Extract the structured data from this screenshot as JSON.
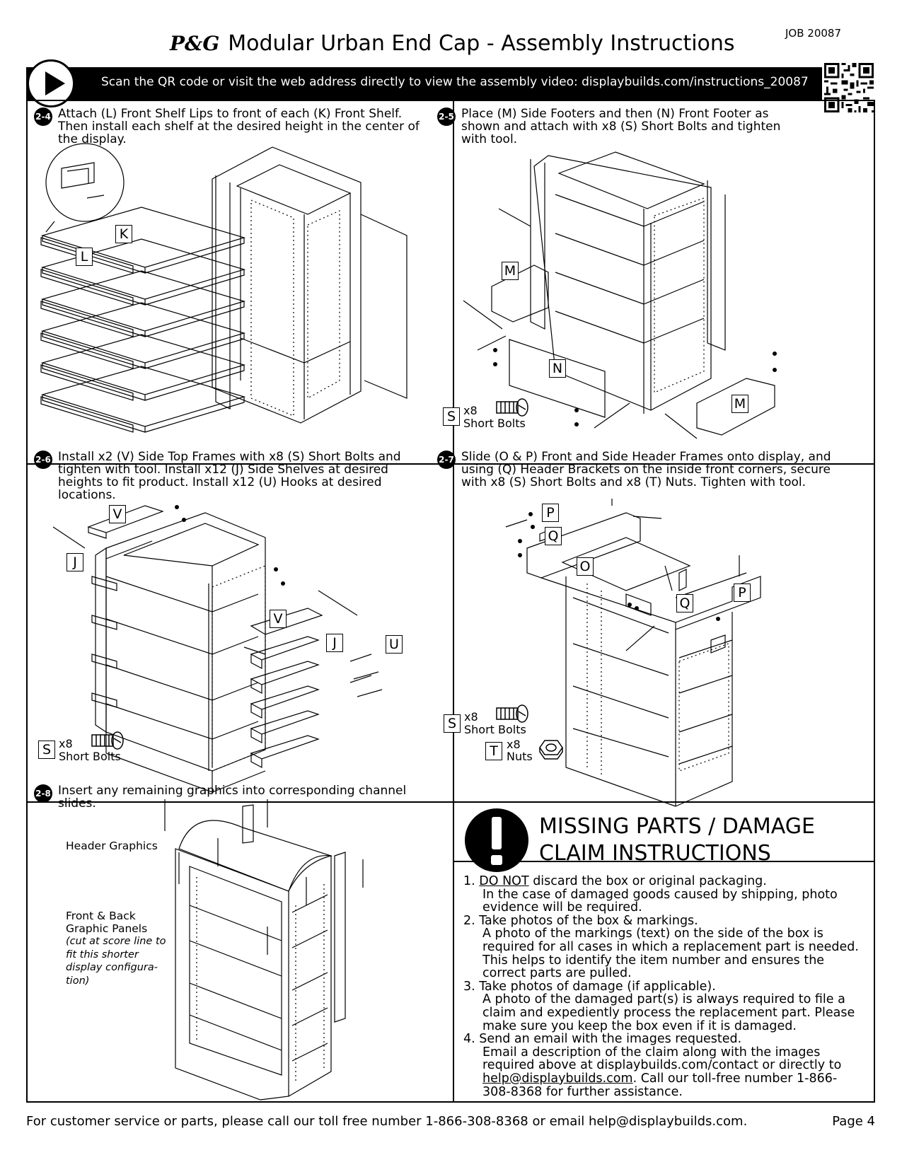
{
  "header": {
    "job": "JOB 20087",
    "logo": "P&G",
    "title": "Modular Urban End Cap - Assembly Instructions"
  },
  "banner": {
    "text": "Scan the QR code or visit the web address directly to view the assembly video: displaybuilds.com/instructions_20087",
    "play_icon": "play-icon",
    "qr_icon": "qr-code"
  },
  "steps": [
    {
      "num": "2-4",
      "text": "Attach (L) Front Shelf Lips to front of each (K) Front Shelf. Then install each shelf at the desired height in the center of the display.",
      "callouts": [
        "K",
        "L"
      ]
    },
    {
      "num": "2-5",
      "text": "Place (M) Side Footers and then (N) Front Footer as shown and attach with x8 (S) Short Bolts and tighten with tool.",
      "callouts": [
        "M",
        "N",
        "M"
      ],
      "hardware": [
        {
          "letter": "S",
          "qty": "x8",
          "name": "Short Bolts"
        }
      ]
    },
    {
      "num": "2-6",
      "text": "Install x2 (V) Side Top Frames with x8 (S) Short Bolts and tighten with tool. Install x12 (J) Side Shelves at desired heights to fit product. Install x12 (U) Hooks at desired locations.",
      "callouts": [
        "V",
        "J",
        "V",
        "J",
        "U"
      ],
      "hardware": [
        {
          "letter": "S",
          "qty": "x8",
          "name": "Short Bolts"
        }
      ]
    },
    {
      "num": "2-7",
      "text": "Slide (O & P) Front and Side Header Frames onto display, and using (Q) Header Brackets on the inside front corners, secure with x8 (S) Short Bolts and x8 (T) Nuts. Tighten with tool.",
      "callouts": [
        "P",
        "Q",
        "O",
        "Q",
        "P"
      ],
      "hardware": [
        {
          "letter": "S",
          "qty": "x8",
          "name": "Short Bolts"
        },
        {
          "letter": "T",
          "qty": "x8",
          "name": "Nuts"
        }
      ]
    },
    {
      "num": "2-8",
      "text": "Insert any remaining graphics into corresponding channel slides.",
      "labels": {
        "header_graphics": "Header Graphics",
        "panels": "Front & Back Graphic Panels",
        "note": "(cut at score line to fit this shorter display configura- tion)"
      }
    }
  ],
  "missing": {
    "icon": "exclamation-icon",
    "title_line1": "MISSING PARTS / DAMAGE",
    "title_line2": "CLAIM INSTRUCTIONS",
    "items": [
      {
        "num": "1. ",
        "lead_underlined": "DO NOT",
        "lead_rest": " discard the box or original packaging.",
        "detail": "In the case of damaged goods caused by shipping, photo evidence will be required."
      },
      {
        "num": "2. ",
        "lead": "Take photos of the box & markings.",
        "detail": "A photo of the markings (text) on the side of the box is required for all cases in which a replacement part is needed. This helps to identify the item number and ensures the correct parts are pulled."
      },
      {
        "num": "3. ",
        "lead": "Take photos of damage (if applicable).",
        "detail": "A photo of the damaged part(s) is always required to file a claim and expediently process the replacement part. Please make sure you keep the box even if it is damaged."
      },
      {
        "num": "4. ",
        "lead": "Send an email with the images requested.",
        "detail_pre": "Email a description of the claim along with the images required above at displaybuilds.com/contact or directly to ",
        "email": "help@displaybuilds.com",
        "detail_post": ". Call our toll-free number 1-866-308-8368 for further assistance."
      }
    ]
  },
  "footer": {
    "text": "For customer service or parts, please call our toll free number 1-866-308-8368 or email help@displaybuilds.com.",
    "page": "Page 4"
  }
}
